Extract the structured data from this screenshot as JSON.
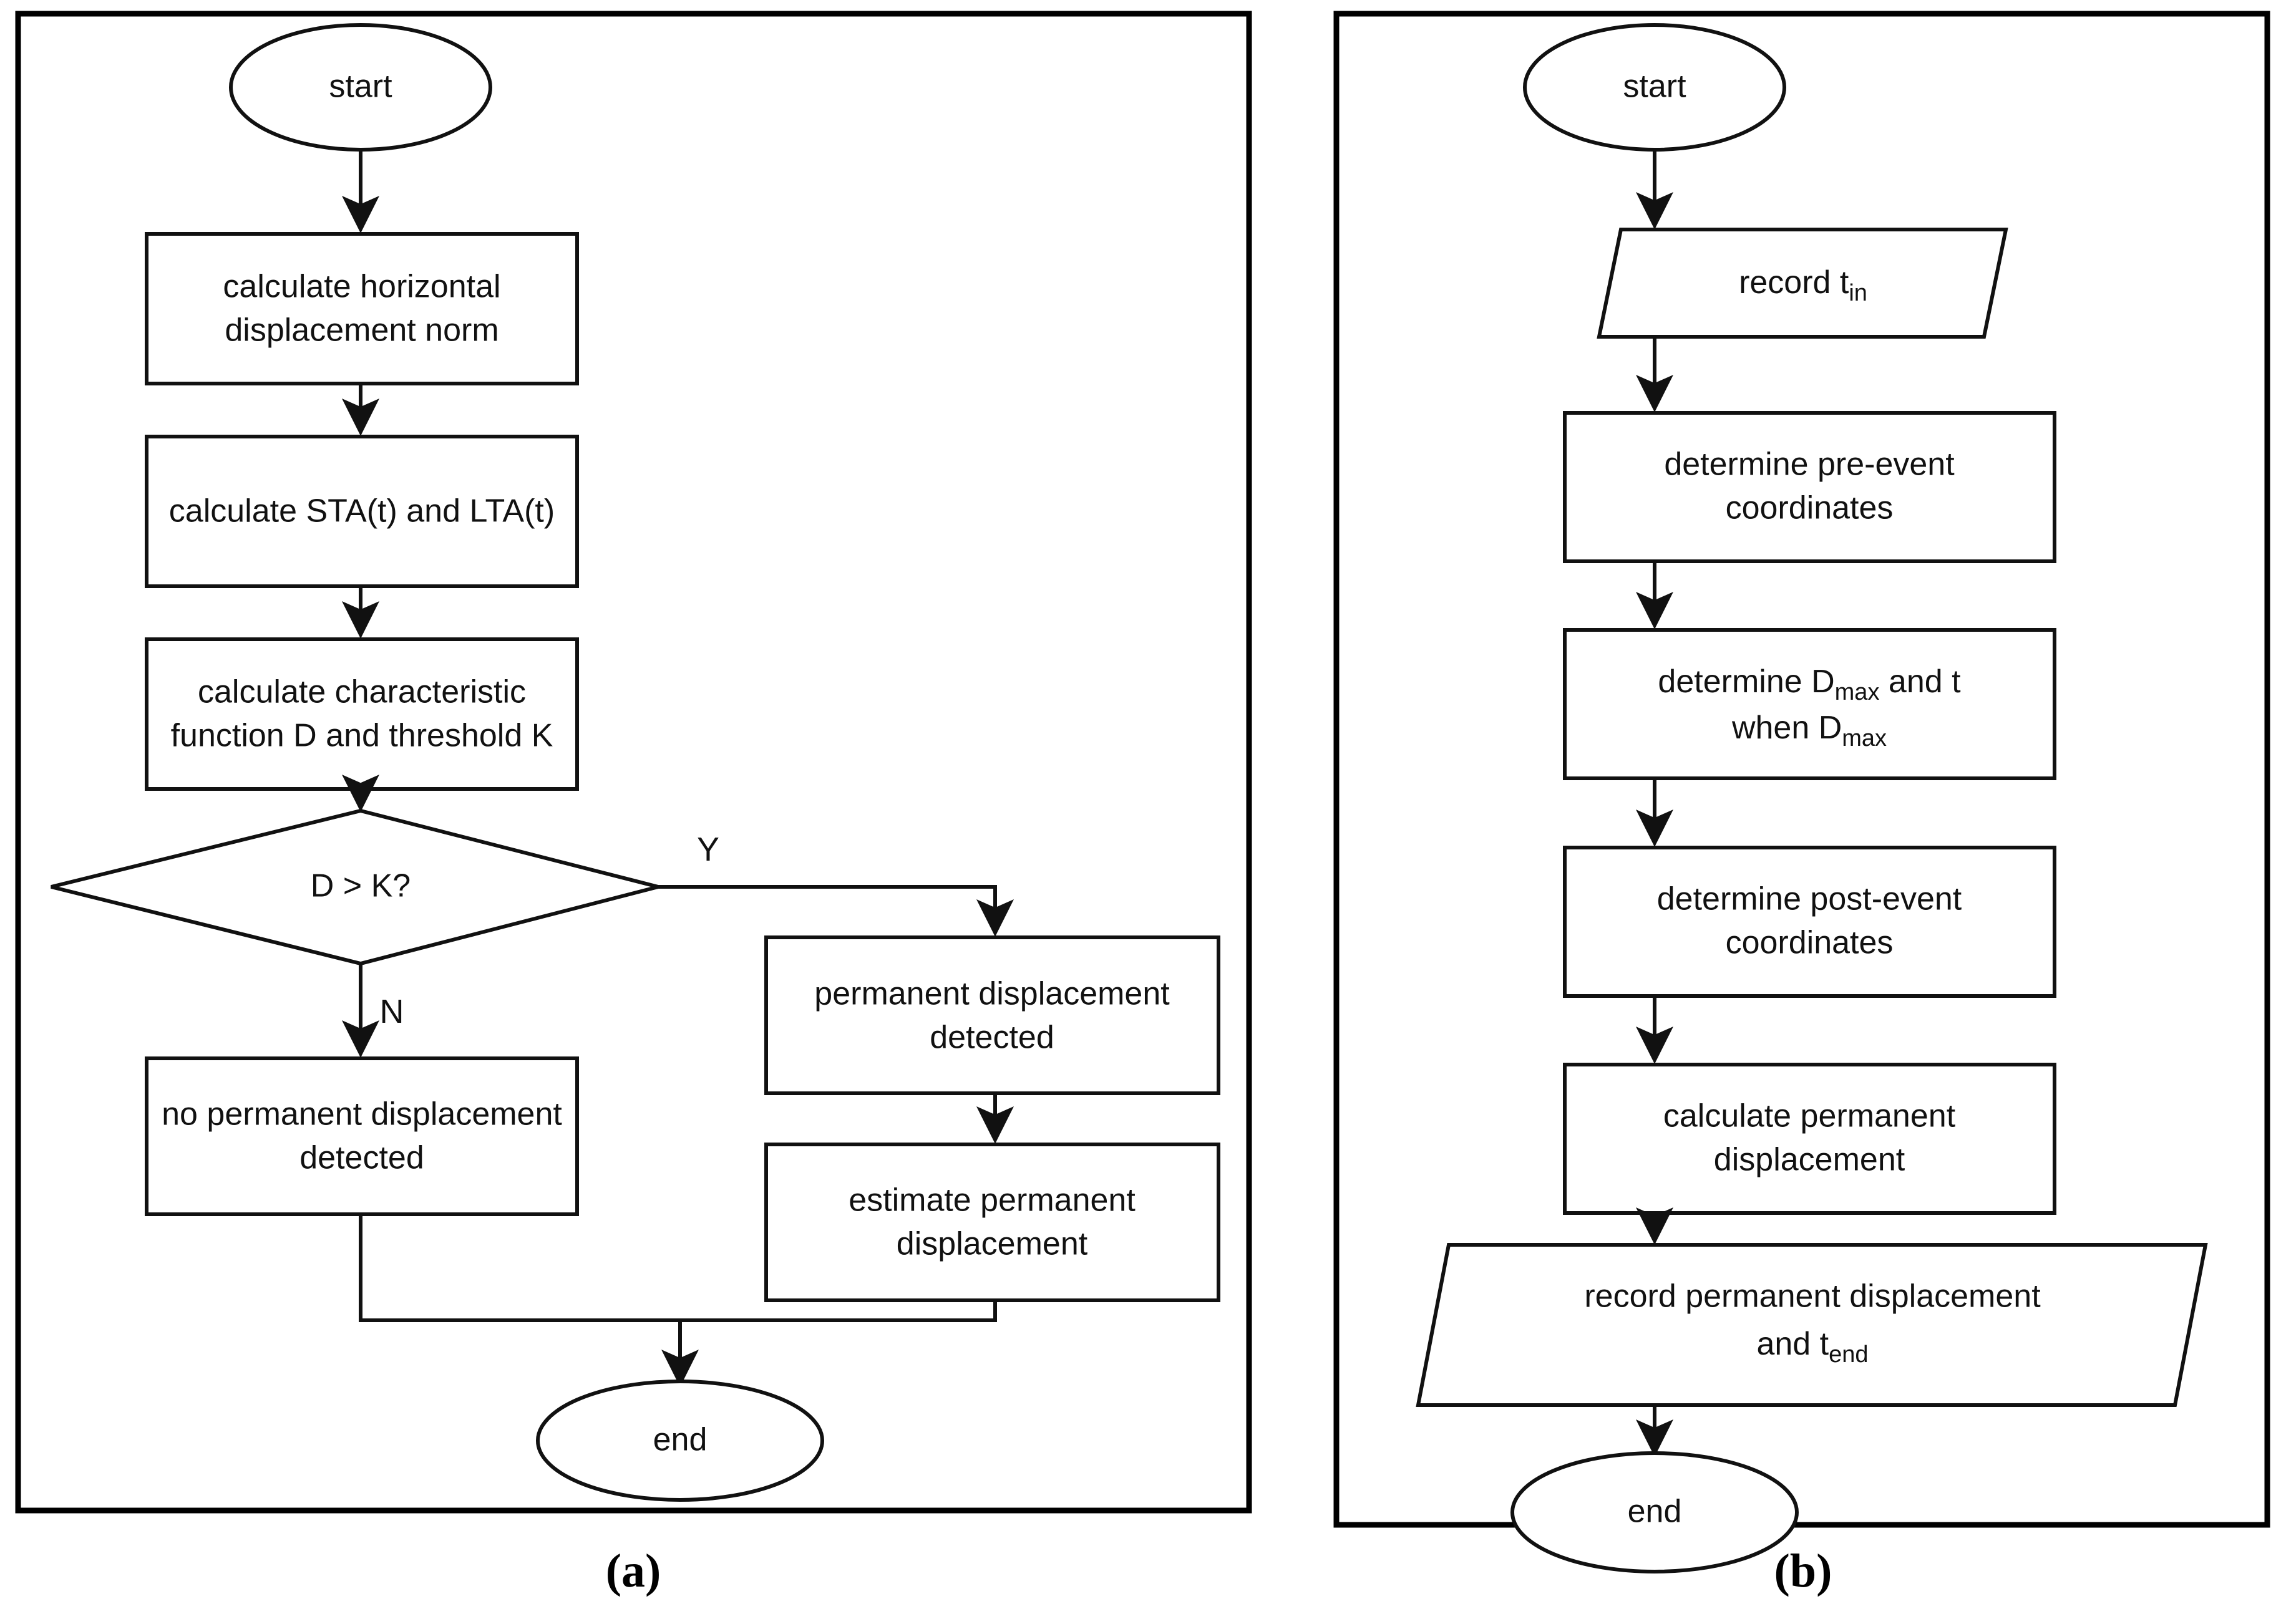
{
  "figure": {
    "panels": [
      {
        "id": "a",
        "caption": "(a)",
        "nodes": [
          {
            "name": "start",
            "type": "terminator",
            "text": "start"
          },
          {
            "name": "calculate-horizontal-displacement-norm",
            "type": "process",
            "line1": "calculate horizontal",
            "line2": "displacement norm"
          },
          {
            "name": "calculate-sta-lta",
            "type": "process",
            "line1": "calculate STA(t) and LTA(t)",
            "line2": ""
          },
          {
            "name": "calculate-characteristic-function",
            "type": "process",
            "line1": "calculate characteristic",
            "line2": "function D and threshold K"
          },
          {
            "name": "decision-d-gt-k",
            "type": "decision",
            "text": "D > K?"
          },
          {
            "name": "no-permanent-displacement-detected",
            "type": "process",
            "line1": "no permanent displacement",
            "line2": "detected"
          },
          {
            "name": "permanent-displacement-detected",
            "type": "process",
            "line1": "permanent displacement",
            "line2": "detected"
          },
          {
            "name": "estimate-permanent-displacement",
            "type": "process",
            "line1": "estimate permanent",
            "line2": "displacement"
          },
          {
            "name": "end",
            "type": "terminator",
            "text": "end"
          }
        ],
        "branch_labels": {
          "yes": "Y",
          "no": "N"
        }
      },
      {
        "id": "b",
        "caption": "(b)",
        "nodes": [
          {
            "name": "start",
            "type": "terminator",
            "text": "start"
          },
          {
            "name": "record-t-in",
            "type": "io",
            "line1_main": "record t",
            "line1_sub": "in"
          },
          {
            "name": "determine-pre-event-coordinates",
            "type": "process",
            "line1": "determine pre-event",
            "line2": "coordinates"
          },
          {
            "name": "determine-dmax-and-t",
            "type": "process",
            "line1_a": "determine D",
            "line1_sub": "max",
            "line1_b": " and t",
            "line2_a": "when D",
            "line2_sub": "max"
          },
          {
            "name": "determine-post-event-coordinates",
            "type": "process",
            "line1": "determine post-event",
            "line2": "coordinates"
          },
          {
            "name": "calculate-permanent-displacement",
            "type": "process",
            "line1": "calculate permanent",
            "line2": "displacement"
          },
          {
            "name": "record-permanent-displacement-and-t-end",
            "type": "io",
            "line1": "record permanent displacement",
            "line2_main": "and t",
            "line2_sub": "end"
          },
          {
            "name": "end",
            "type": "terminator",
            "text": "end"
          }
        ]
      }
    ],
    "colors": {
      "stroke": "#111111",
      "fill": "#ffffff",
      "panel_border": "#000000"
    }
  }
}
